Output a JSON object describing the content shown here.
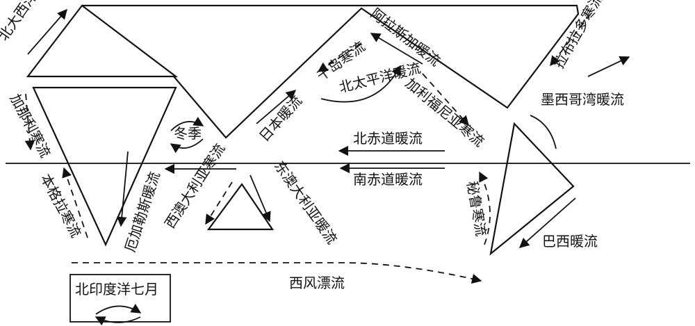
{
  "labels": {
    "north_atlantic_warm": "北大西洋暖流",
    "canary_cold": "加那利寒流",
    "benguela_cold": "本格拉寒流",
    "winter": "冬季",
    "agulhas_warm": "厄加勒斯暖流",
    "west_australian_cold": "西澳大利亚寒流",
    "east_australian_warm": "东澳大利亚暖流",
    "japan_warm": "日本暖流",
    "kuril_cold": "千岛寒流",
    "alaska_warm": "阿拉斯加暖流",
    "north_pacific_warm": "北太平洋暖流",
    "california_cold": "加利福尼亚寒流",
    "north_equatorial_warm": "北赤道暖流",
    "south_equatorial_warm": "南赤道暖流",
    "labrador_cold": "拉布拉多寒流",
    "gulf_stream_warm": "墨西哥湾暖流",
    "peru_cold": "秘鲁寒流",
    "brazil_warm": "巴西暖流",
    "west_wind_drift": "西风漂流",
    "north_indian_july": "北印度洋七月"
  }
}
